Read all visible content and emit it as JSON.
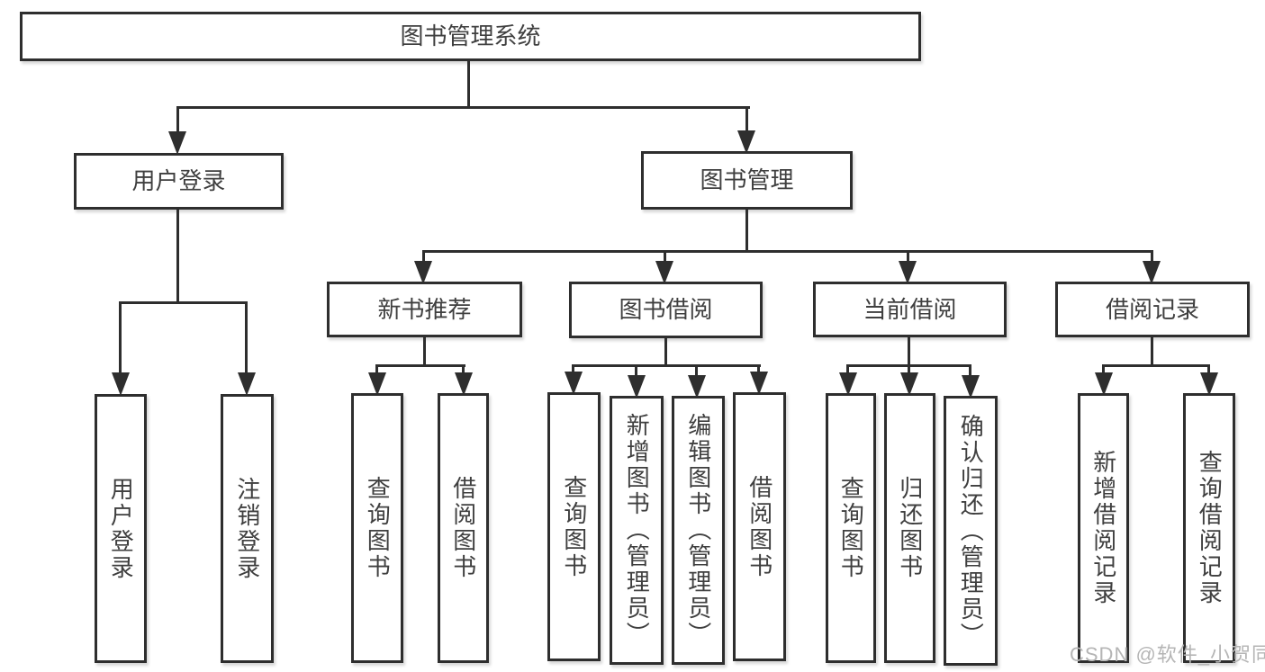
{
  "root": {
    "label": "图书管理系统"
  },
  "level2": [
    {
      "label": "用户登录",
      "children": [
        "用户登录",
        "注销登录"
      ]
    },
    {
      "label": "图书管理"
    }
  ],
  "level3": [
    {
      "label": "新书推荐",
      "children": [
        "查询图书",
        "借阅图书"
      ]
    },
    {
      "label": "图书借阅",
      "children": [
        "查询图书",
        "新增图书（管理员）",
        "编辑图书（管理员）",
        "借阅图书"
      ]
    },
    {
      "label": "当前借阅",
      "children": [
        "查询图书",
        "归还图书",
        "确认归还（管理员）"
      ]
    },
    {
      "label": "借阅记录",
      "children": [
        "新增借阅记录",
        "查询借阅记录"
      ]
    }
  ],
  "watermark": "CSDN @软件_小贺同学",
  "colors": {
    "line": "#2e2e2e",
    "text": "#3f3f3f",
    "watermark": "#b5b5b5",
    "background": "#ffffff"
  }
}
